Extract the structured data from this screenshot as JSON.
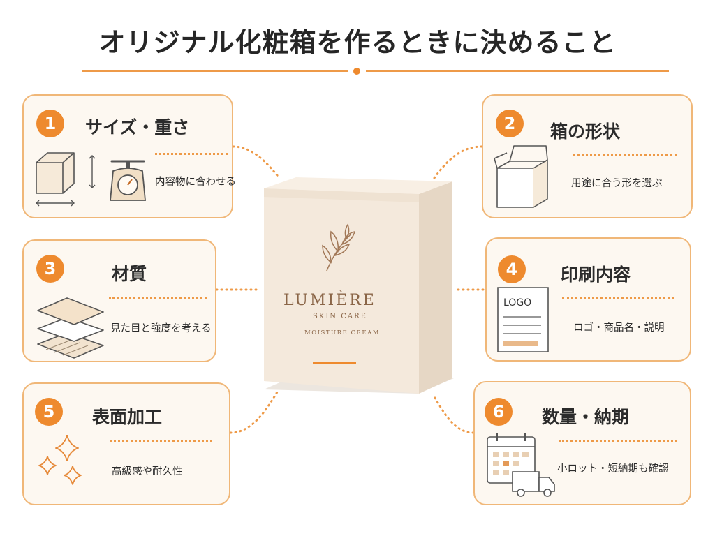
{
  "title": "オリジナル化粧箱を作るときに決めること",
  "colors": {
    "accent": "#ee8a2e",
    "card_border": "#f0b778",
    "card_bg": "#fdf8f1",
    "box": "#f4e9dc"
  },
  "cards": [
    {
      "number": "1",
      "title": "サイズ・重さ",
      "description": "内容物に合わせる",
      "icon": "cube-and-scale-icon"
    },
    {
      "number": "2",
      "title": "箱の形状",
      "description": "用途に合う形を選ぶ",
      "icon": "open-box-icon"
    },
    {
      "number": "3",
      "title": "材質",
      "description": "見た目と強度を考える",
      "icon": "paper-layers-icon"
    },
    {
      "number": "4",
      "title": "印刷内容",
      "description": "ロゴ・商品名・説明",
      "icon": "logo-document-icon"
    },
    {
      "number": "5",
      "title": "表面加工",
      "description": "高級感や耐久性",
      "icon": "sparkles-icon"
    },
    {
      "number": "6",
      "title": "数量・納期",
      "description": "小ロット・短納期も確認",
      "icon": "calendar-truck-icon"
    }
  ],
  "product": {
    "brand": "LUMIÈRE",
    "line": "SKIN CARE",
    "product_name": "MOISTURE CREAM",
    "logo_icon": "leaf-branch-icon"
  },
  "logo_doc_text": "LOGO"
}
